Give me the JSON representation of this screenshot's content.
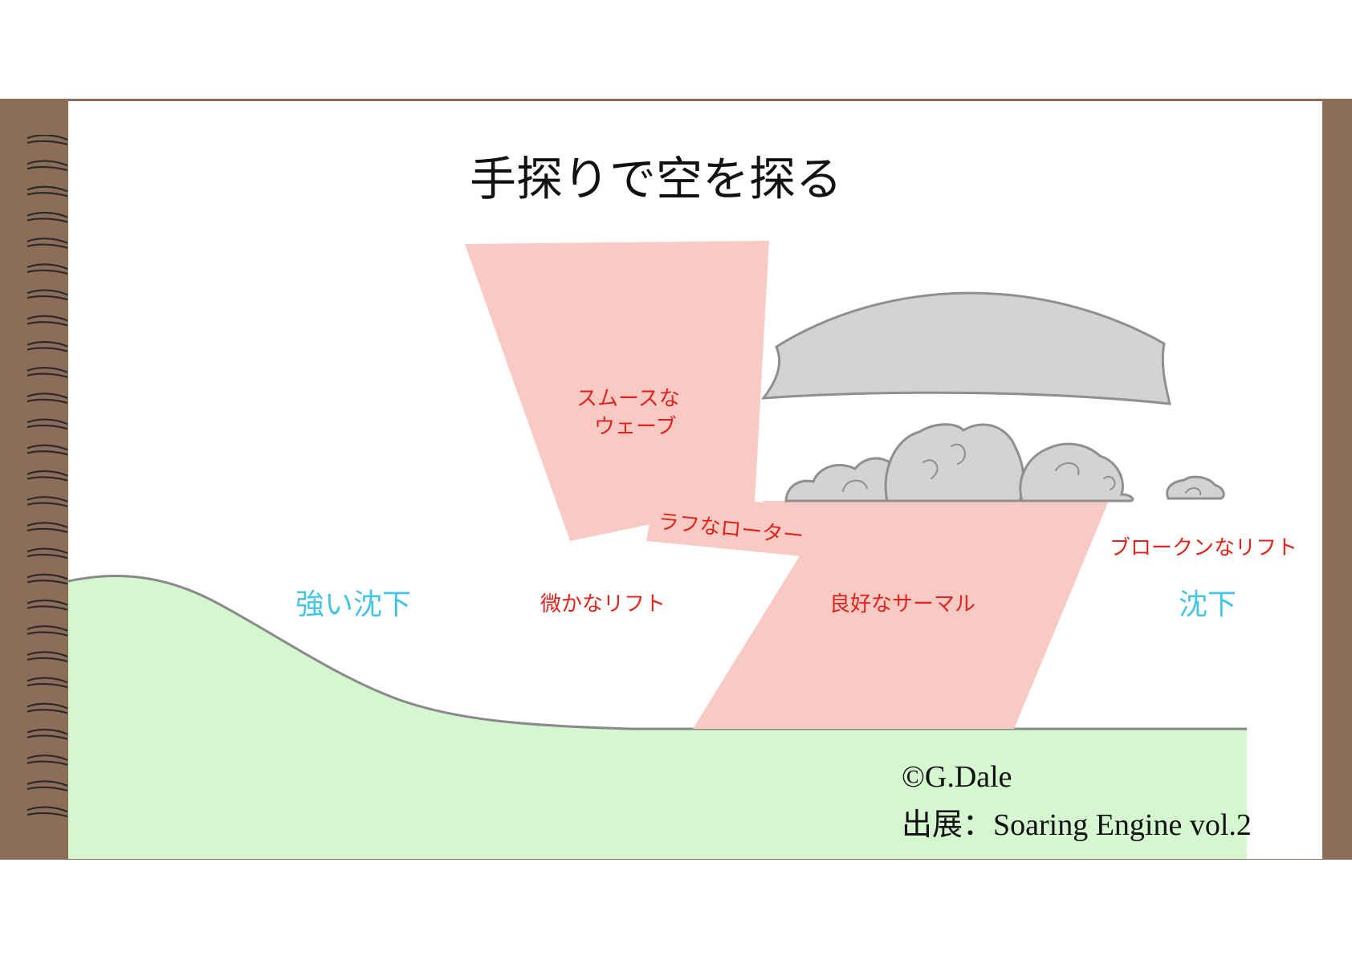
{
  "title": "手探りで空を探る",
  "labels": {
    "smooth_wave_line1": "スムースな",
    "smooth_wave_line2": "ウェーブ",
    "rough_rotor": "ラフなローター",
    "broken_lift": "ブロークンなリフト",
    "strong_sink": "強い沈下",
    "slight_lift": "微かなリフト",
    "good_thermal": "良好なサーマル",
    "sink": "沈下"
  },
  "credits": {
    "copyright": "©G.Dale",
    "source": "出展：Soaring Engine vol.2"
  },
  "colors": {
    "frame": "#8c6d58",
    "lift_zone": "#f9cac3",
    "ground": "#d4f7d0",
    "cloud": "#d3d3d3",
    "lift_text": "#e0241d",
    "sink_text": "#45c5e6"
  }
}
